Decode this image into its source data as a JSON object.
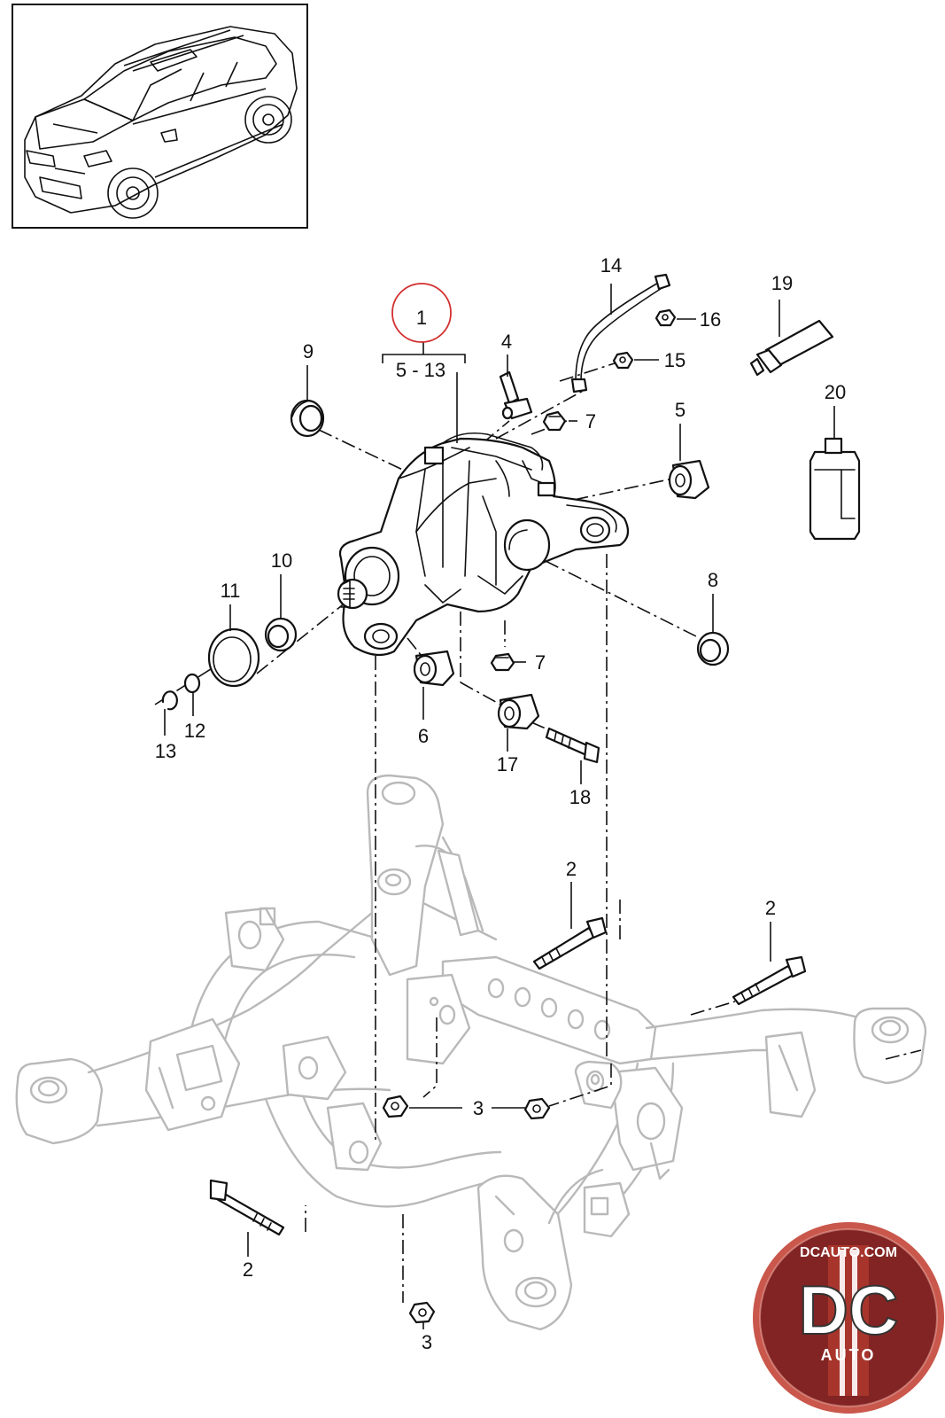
{
  "diagram": {
    "callouts": [
      {
        "id": "c1",
        "text": "1"
      },
      {
        "id": "c5-13",
        "text": "5 - 13"
      },
      {
        "id": "c2a",
        "text": "2"
      },
      {
        "id": "c2b",
        "text": "2"
      },
      {
        "id": "c2c",
        "text": "2"
      },
      {
        "id": "c3a",
        "text": "3"
      },
      {
        "id": "c3b",
        "text": "3"
      },
      {
        "id": "c4",
        "text": "4"
      },
      {
        "id": "c5",
        "text": "5"
      },
      {
        "id": "c6",
        "text": "6"
      },
      {
        "id": "c7a",
        "text": "7"
      },
      {
        "id": "c7b",
        "text": "7"
      },
      {
        "id": "c8",
        "text": "8"
      },
      {
        "id": "c9",
        "text": "9"
      },
      {
        "id": "c10",
        "text": "10"
      },
      {
        "id": "c11",
        "text": "11"
      },
      {
        "id": "c12",
        "text": "12"
      },
      {
        "id": "c13",
        "text": "13"
      },
      {
        "id": "c14",
        "text": "14"
      },
      {
        "id": "c15",
        "text": "15"
      },
      {
        "id": "c16",
        "text": "16"
      },
      {
        "id": "c17",
        "text": "17"
      },
      {
        "id": "c18",
        "text": "18"
      },
      {
        "id": "c19",
        "text": "19"
      },
      {
        "id": "c20",
        "text": "20"
      }
    ],
    "highlight_color": "#d32f2f"
  },
  "logo": {
    "top_text": "DCAUTO.COM",
    "big_text": "DC",
    "bottom_text": "AUTO",
    "colors": {
      "ring": "#c0392b",
      "bg": "#7a1f1f",
      "text": "#ffffff"
    }
  }
}
